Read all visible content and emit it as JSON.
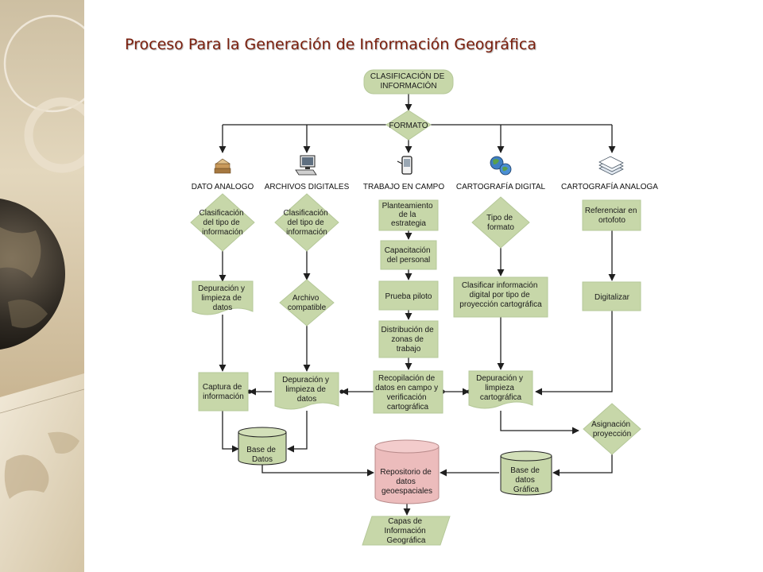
{
  "title": "Proceso Para la Generación de Información Geográfica",
  "colors": {
    "title": "#7a1e0c",
    "node_fill": "#c7d7a9",
    "node_stroke": "#b5c899",
    "repository_fill": "#ecbcbc",
    "repository_stroke": "#b88a8a",
    "line": "#1f1f1f"
  },
  "diagram": {
    "root": [
      "CLASIFICACIÓN DE",
      "INFORMACIÓN"
    ],
    "format": [
      "FORMATO"
    ],
    "categories": [
      {
        "label": "DATO ANALOGO",
        "icon": "stack-of-papers-icon"
      },
      {
        "label": "ARCHIVOS DIGITALES",
        "icon": "desktop-computer-icon"
      },
      {
        "label": "TRABAJO EN CAMPO",
        "icon": "handheld-device-icon"
      },
      {
        "label": "CARTOGRAFÍA DIGITAL",
        "icon": "globes-icon"
      },
      {
        "label": "CARTOGRAFÍA ANALOGA",
        "icon": "paper-stack-icon"
      }
    ],
    "nodes": {
      "clasif_1": [
        "Clasificación",
        "del tipo de",
        "información"
      ],
      "depur_1": [
        "Depuración y",
        "limpieza de",
        "datos"
      ],
      "captura": [
        "Captura de",
        "información"
      ],
      "clasif_2": [
        "Clasificación",
        "del tipo de",
        "información"
      ],
      "archivo": [
        "Archivo",
        "compatible"
      ],
      "depur_2": [
        "Depuración y",
        "limpieza de",
        "datos"
      ],
      "plan": [
        "Planteamiento",
        "de la",
        "estrategia"
      ],
      "capac": [
        "Capacitación",
        "del personal"
      ],
      "prueba": [
        "Prueba piloto"
      ],
      "distrib": [
        "Distribución de",
        "zonas de",
        "trabajo"
      ],
      "recop": [
        "Recopilación de",
        "datos en campo y",
        "verificación",
        "cartográfica"
      ],
      "tipo_formato": [
        "Tipo de",
        "formato"
      ],
      "clasif_dig": [
        "Clasificar información",
        "digital por tipo de",
        "proyección cartográfica"
      ],
      "depur_cart": [
        "Depuración y",
        "limpieza",
        "cartográfica"
      ],
      "asignacion": [
        "Asignación",
        "proyección"
      ],
      "referenciar": [
        "Referenciar en",
        "ortofoto"
      ],
      "digitalizar": [
        "Digitalizar"
      ],
      "base_datos": [
        "Base de",
        "Datos"
      ],
      "base_grafica": [
        "Base de",
        "datos",
        "Gráfica"
      ],
      "repositorio": [
        "Repositorio de",
        "datos",
        "geoespaciales"
      ],
      "capas": [
        "Capas de",
        "Información",
        "Geográfica"
      ]
    }
  }
}
